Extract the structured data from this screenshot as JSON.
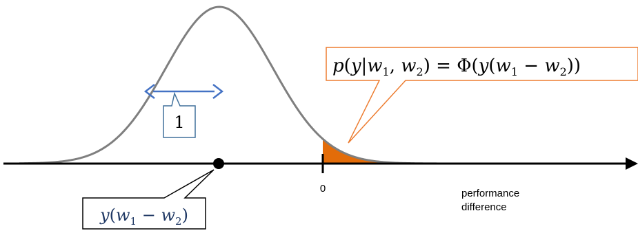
{
  "diagram": {
    "title": "",
    "zero_tick_label": "0",
    "axis_label_line1": "performance",
    "axis_label_line2": "difference",
    "width_label": "1",
    "mean_label": {
      "y": "y",
      "open": "(",
      "w": "w",
      "sub1": "1",
      "minus": " − ",
      "sub2": "2",
      "close": ")"
    },
    "probability_label": {
      "p": "p",
      "open": "(",
      "y": "y",
      "bar": "|",
      "w": "w",
      "sub1": "1",
      "comma": ", ",
      "sub2": "2",
      "close": ")",
      "equals": " = ",
      "phi": "Φ",
      "inner_open": "(",
      "inner_y": "y",
      "inner_open2": "(",
      "minus": " − ",
      "inner_close": "))"
    },
    "colors": {
      "curve": "#7f7f7f",
      "axis": "#000000",
      "width_arrow": "#4472c4",
      "width_box": "#41719c",
      "callout_orange": "#ed7d31",
      "shaded_area": "#e36c09",
      "mean_box": "#000000",
      "label_blue": "#1f3864"
    },
    "icons": [
      "right-arrowhead-icon",
      "double-arrow-icon",
      "mean-dot-icon"
    ]
  }
}
